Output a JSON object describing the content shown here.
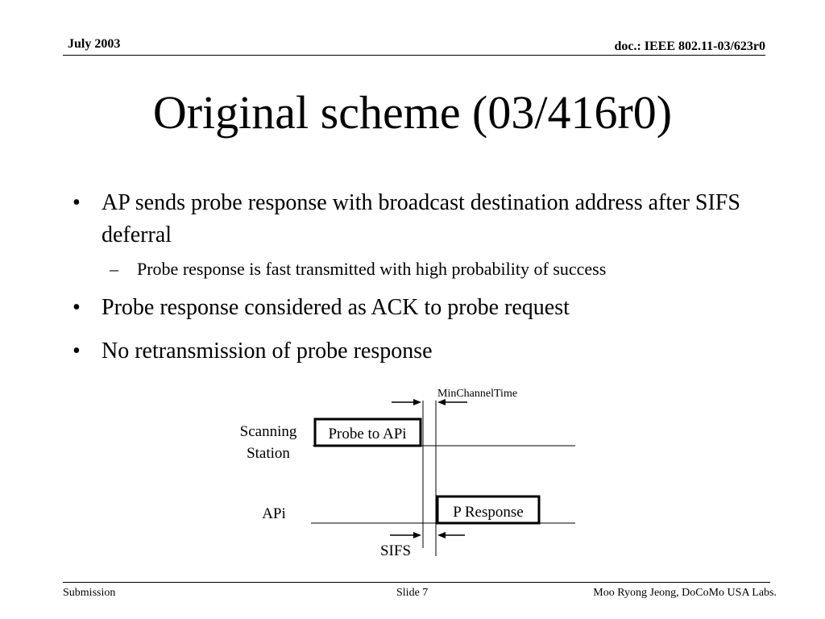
{
  "header": {
    "date": "July 2003",
    "doc": "doc.: IEEE 802.11-03/623r0"
  },
  "title": "Original scheme (03/416r0)",
  "bullets": [
    {
      "text": "AP sends probe response with broadcast destination address after SIFS deferral",
      "sub": [
        "Probe response is fast transmitted with high probability of success"
      ]
    },
    {
      "text": "Probe response considered as ACK to probe request"
    },
    {
      "text": "No retransmission of probe response"
    }
  ],
  "bullet_mark": "•",
  "sub_mark": "–",
  "diagram": {
    "min_channel_time_label": "MinChannelTime",
    "scanning_station_label_line1": "Scanning",
    "scanning_station_label_line2": "Station",
    "probe_box_label": "Probe to APi",
    "api_label": "APi",
    "response_box_label": "P Response",
    "sifs_label": "SIFS"
  },
  "footer": {
    "left": "Submission",
    "middle": "Slide 7",
    "right": "Moo Ryong Jeong, DoCoMo USA Labs."
  }
}
